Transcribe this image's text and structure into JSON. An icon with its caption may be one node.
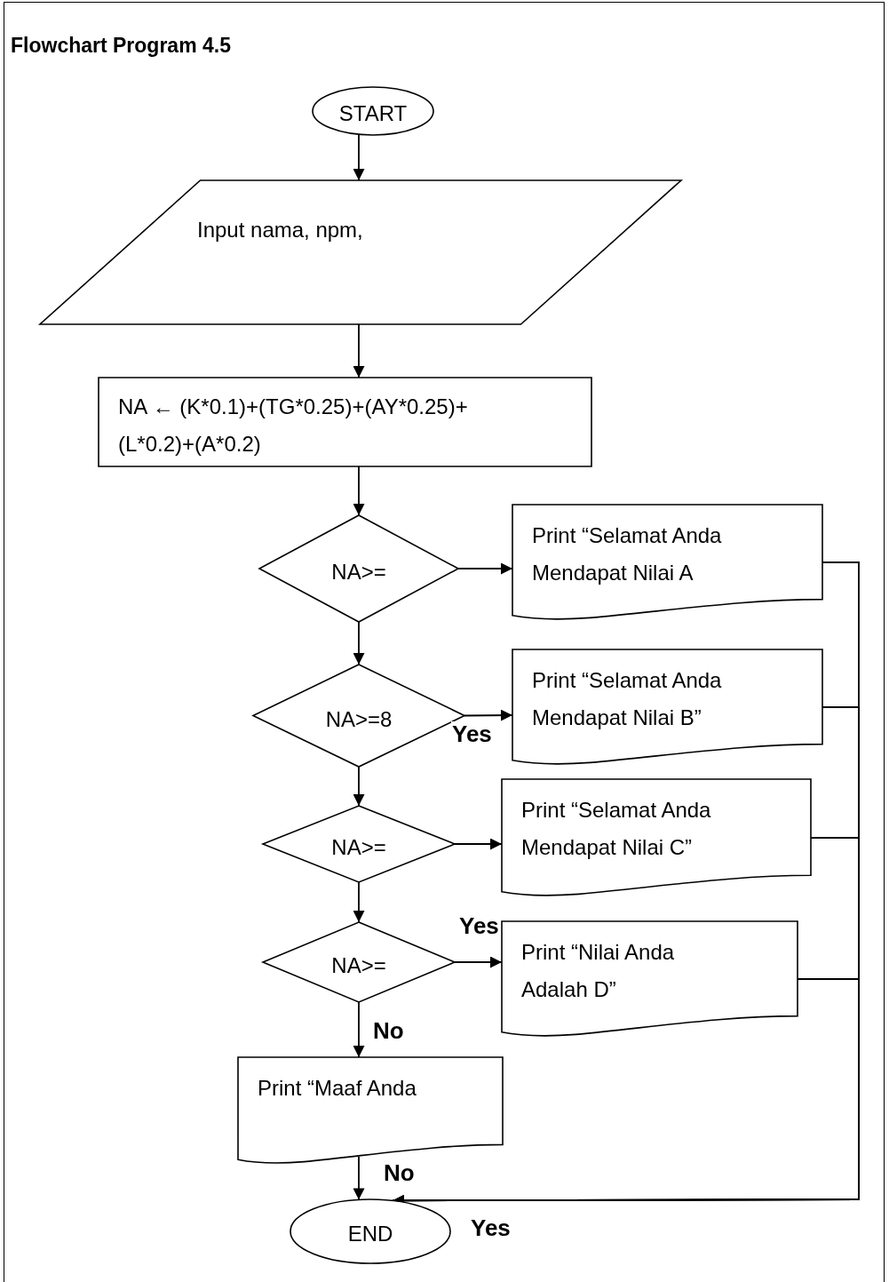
{
  "diagram": {
    "title": "Flowchart Program 4.5",
    "nodes": [
      {
        "text": [
          "START"
        ]
      },
      {
        "text": [
          "Input nama, npm,"
        ]
      },
      {
        "text": [
          "NA ← (K*0.1)+(TG*0.25)+(AY*0.25)+ (L*0.2)+(A*0.2)"
        ]
      },
      {
        "text": [
          "NA>="
        ]
      },
      {
        "text": [
          "Print “Selamat Anda Mendapat Nilai A"
        ]
      },
      {
        "text": [
          "NA>=8"
        ]
      },
      {
        "text": [
          "Print “Selamat Anda Mendapat Nilai B”"
        ]
      },
      {
        "text": [
          "NA>="
        ]
      },
      {
        "text": [
          "Print “Selamat Anda Mendapat Nilai C”"
        ]
      },
      {
        "text": [
          "NA>="
        ]
      },
      {
        "text": [
          "Print “Nilai Anda Adalah D”"
        ]
      },
      {
        "text": [
          "Print “Maaf Anda"
        ]
      },
      {
        "text": [
          "END"
        ]
      }
    ],
    "edges": [
      {
        "from": 0,
        "to": 1,
        "arrow": "to"
      },
      {
        "from": 1,
        "to": 2,
        "arrow": "to"
      },
      {
        "from": 2,
        "to": 3,
        "arrow": "to"
      },
      {
        "from": 3,
        "to": 4,
        "arrow": "to"
      },
      {
        "from": 3,
        "to": 5,
        "arrow": "to"
      },
      {
        "from": 5,
        "to": 6,
        "arrow": "to",
        "label": "Yes"
      },
      {
        "from": 5,
        "to": 7,
        "arrow": "to"
      },
      {
        "from": 7,
        "to": 8,
        "arrow": "to"
      },
      {
        "from": 7,
        "to": 9,
        "arrow": "to"
      },
      {
        "from": 9,
        "to": 10,
        "arrow": "to",
        "label": "Yes"
      },
      {
        "from": 9,
        "to": 11,
        "arrow": "to",
        "label": "No"
      },
      {
        "from": 11,
        "to": 12,
        "arrow": "to"
      },
      {
        "from": 4,
        "to": 12,
        "arrow": "to"
      },
      {
        "from": 6,
        "to": 12,
        "arrow": "to"
      },
      {
        "from": 8,
        "to": 12,
        "arrow": "to"
      },
      {
        "from": 10,
        "to": 12,
        "arrow": "to"
      }
    ],
    "labels": [
      "No",
      "Yes"
    ]
  }
}
